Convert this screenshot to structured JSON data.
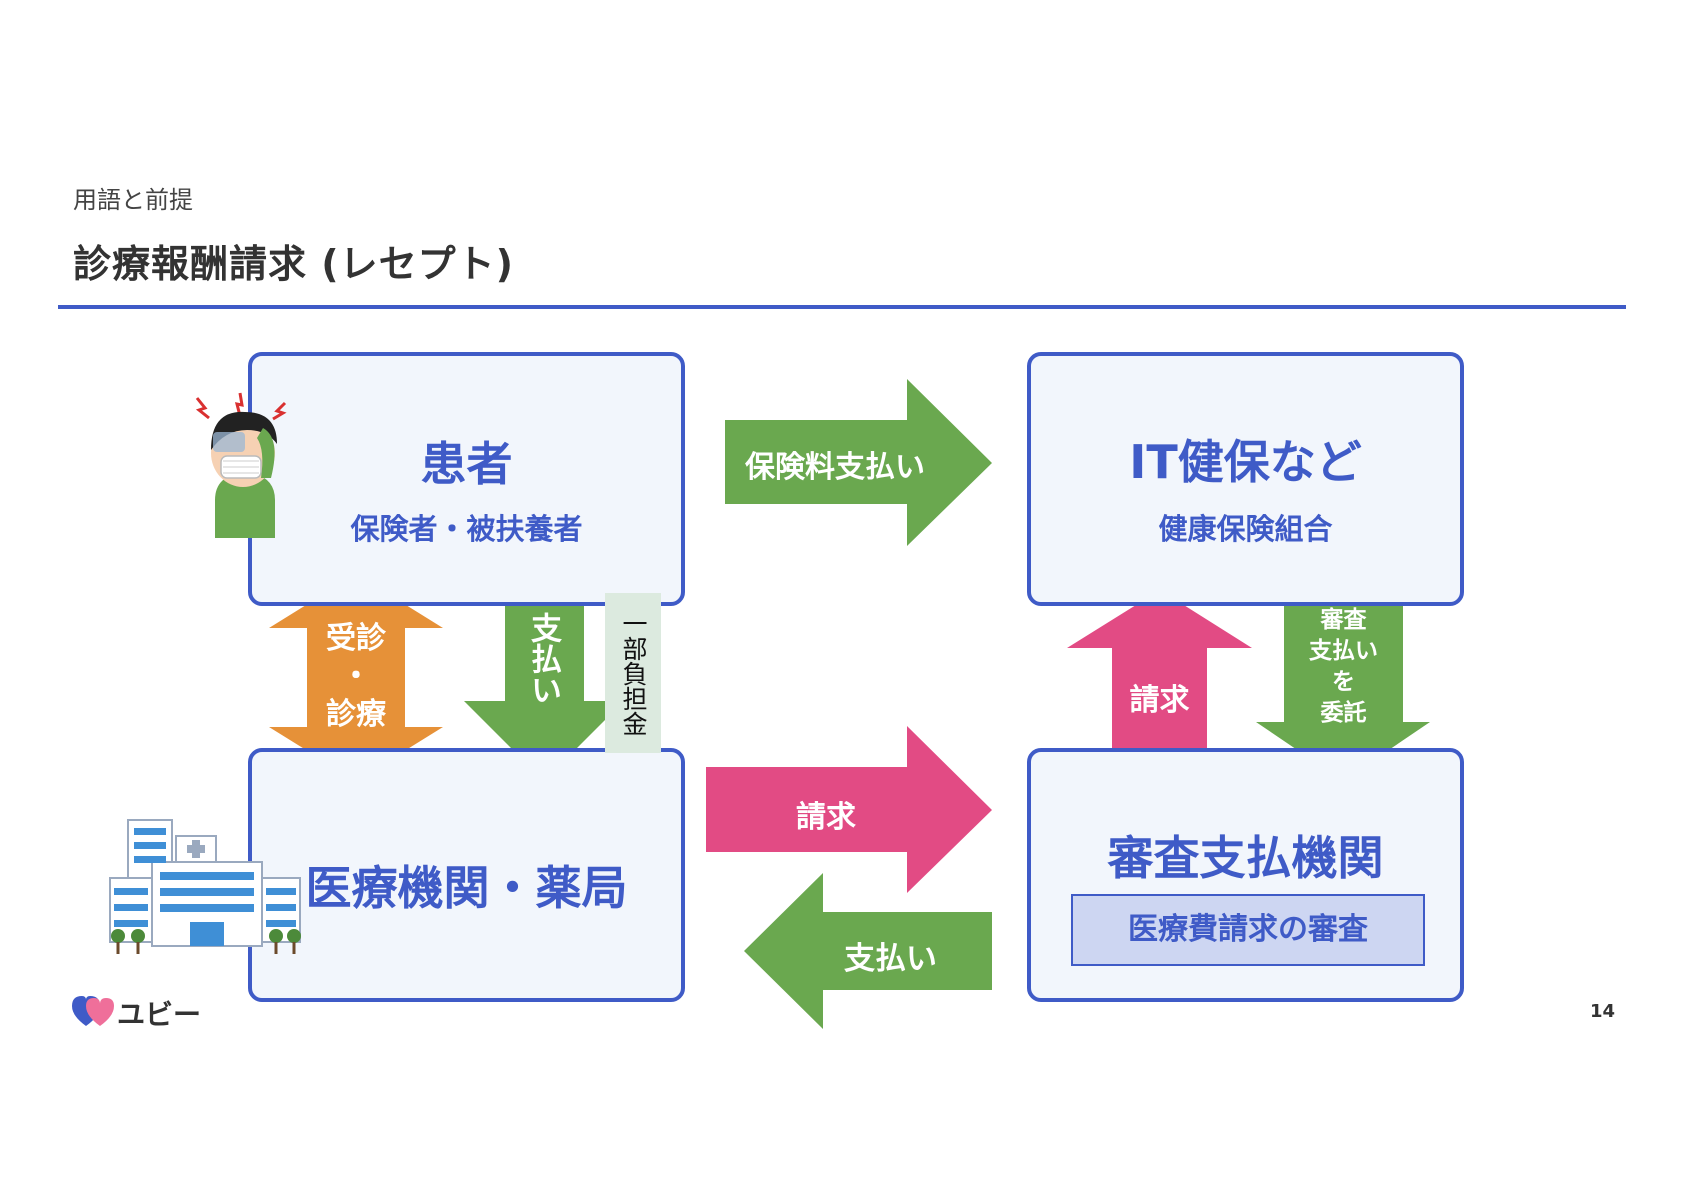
{
  "header": {
    "section": "用語と前提",
    "title": "診療報酬請求 (レセプト)"
  },
  "boxes": {
    "patient": {
      "main": "患者",
      "sub": "保険者・被扶養者"
    },
    "insurer": {
      "main": "IT健保など",
      "sub": "健康保険組合"
    },
    "clinic": {
      "main": "医療機関・薬局"
    },
    "review": {
      "main": "審査支払機関",
      "inner": "医療費請求の審査"
    }
  },
  "arrows": {
    "premium": "保険料支払い",
    "consult": [
      "受診",
      "・",
      "診療"
    ],
    "pay_down": "支払い",
    "partial": "一部負担金",
    "claim_up": "請求",
    "delegate": [
      "審査",
      "支払い",
      "を",
      "委託"
    ],
    "claim_right": "請求",
    "pay_left": "支払い"
  },
  "colors": {
    "blue": "#3f5bc7",
    "green": "#6aa84f",
    "pink": "#e24b84",
    "orange": "#e69138"
  },
  "icons": {
    "patient": "sick-person-icon",
    "hospital": "hospital-building-icon",
    "logo": "heart-logo-icon"
  },
  "footer": {
    "logo_text": "ユビー",
    "page_number": "14"
  }
}
